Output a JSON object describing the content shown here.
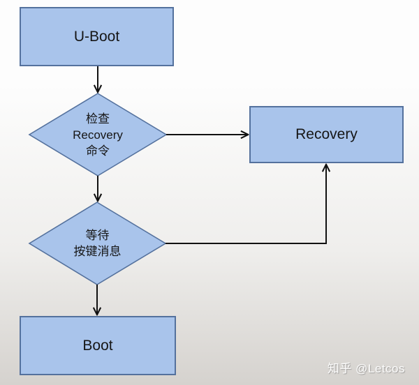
{
  "page": {
    "background_top": "#fdfdfd",
    "background_bottom": "#d5d2ce"
  },
  "diagram": {
    "colors": {
      "node_fill": "#a9c4eb",
      "node_border": "#54719d",
      "arrow": "#111111",
      "label": "#161616"
    },
    "nodes": {
      "uboot": {
        "label": "U-Boot",
        "type": "process"
      },
      "check_recovery": {
        "label": "检查\nRecovery\n命令",
        "type": "decision"
      },
      "recovery": {
        "label": "Recovery",
        "type": "process"
      },
      "wait_key": {
        "label": "等待\n按键消息",
        "type": "decision"
      },
      "boot": {
        "label": "Boot",
        "type": "process"
      }
    },
    "edges": [
      {
        "from": "uboot",
        "to": "check_recovery"
      },
      {
        "from": "check_recovery",
        "to": "recovery"
      },
      {
        "from": "check_recovery",
        "to": "wait_key"
      },
      {
        "from": "wait_key",
        "to": "recovery"
      },
      {
        "from": "wait_key",
        "to": "boot"
      }
    ]
  },
  "watermark": {
    "text": "知乎 @Letcos"
  }
}
